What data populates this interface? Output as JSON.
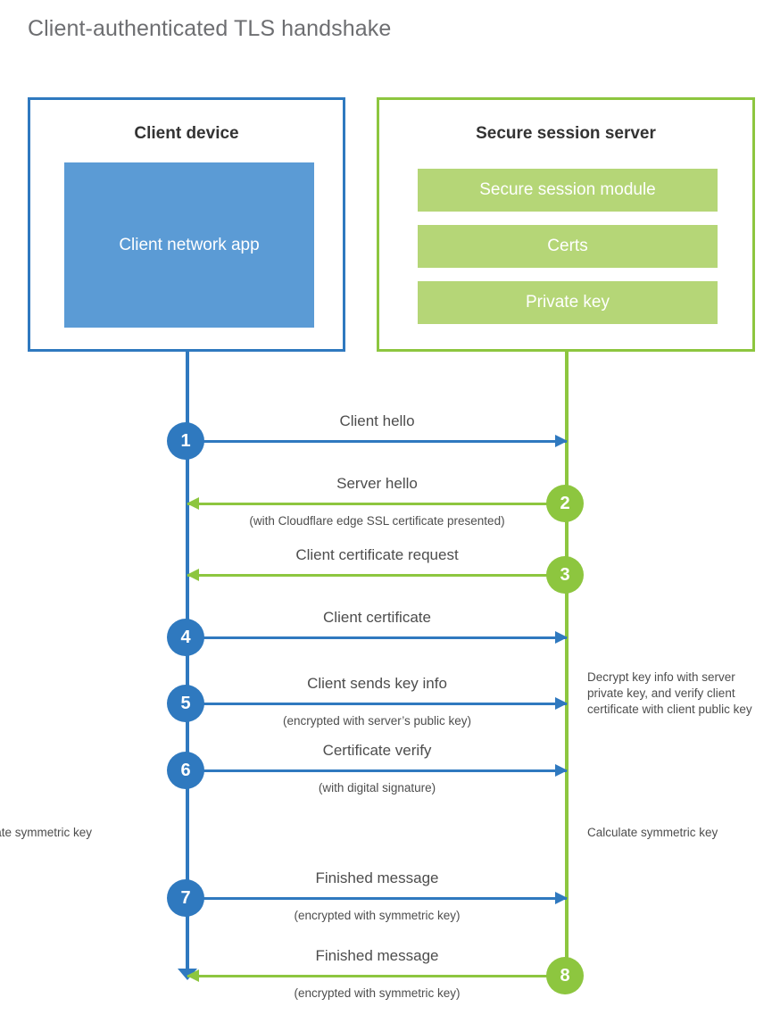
{
  "title": "Client-authenticated TLS handshake",
  "colors": {
    "blue_line": "#2F79BF",
    "blue_fill": "#5B9BD5",
    "green_line": "#8DC63F",
    "green_fill": "#B5D677",
    "text": "#4d4d4d",
    "title_text": "#6d6e71"
  },
  "actors": {
    "client": {
      "title": "Client device",
      "app_label": "Client network app"
    },
    "server": {
      "title": "Secure session server",
      "components": [
        "Secure session module",
        "Certs",
        "Private key"
      ]
    }
  },
  "steps": [
    {
      "number": "1",
      "side": "client",
      "direction": "to-server",
      "label": "Client hello",
      "sublabel": ""
    },
    {
      "number": "2",
      "side": "server",
      "direction": "to-client",
      "label": "Server hello",
      "sublabel": "(with Cloudflare edge SSL certificate presented)"
    },
    {
      "number": "3",
      "side": "server",
      "direction": "to-client",
      "label": "Client certificate request",
      "sublabel": ""
    },
    {
      "number": "4",
      "side": "client",
      "direction": "to-server",
      "label": "Client certificate",
      "sublabel": ""
    },
    {
      "number": "5",
      "side": "client",
      "direction": "to-server",
      "label": "Client sends key info",
      "sublabel": "(encrypted with server’s public key)"
    },
    {
      "number": "6",
      "side": "client",
      "direction": "to-server",
      "label": "Certificate verify",
      "sublabel": "(with digital signature)"
    },
    {
      "number": "7",
      "side": "client",
      "direction": "to-server",
      "label": "Finished message",
      "sublabel": "(encrypted with symmetric key)"
    },
    {
      "number": "8",
      "side": "server",
      "direction": "to-client",
      "label": "Finished message",
      "sublabel": "(encrypted with symmetric key)"
    }
  ],
  "notes": {
    "server_decrypt": "Decrypt key info with server private key, and verify client certificate with client public key",
    "client_calc": "Calculate symmetric key",
    "server_calc": "Calculate symmetric key"
  }
}
